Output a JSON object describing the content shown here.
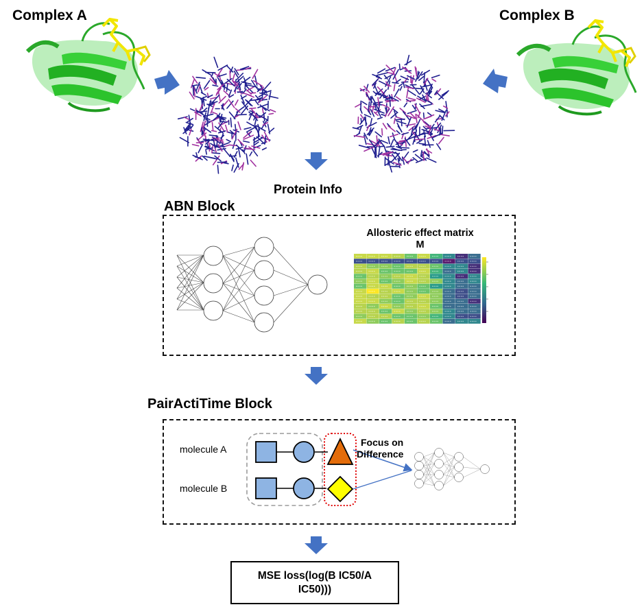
{
  "complexes": {
    "a_label": "Complex A",
    "b_label": "Complex B"
  },
  "protein_info_label": "Protein Info",
  "abn_block": {
    "title": "ABN Block",
    "matrix_title_line1": "Allosteric effect matrix",
    "matrix_title_line2": "M"
  },
  "pairactitime_block": {
    "title": "PairActiTime Block",
    "molecule_a": "molecule A",
    "molecule_b": "molecule B",
    "focus_line1": "Focus on",
    "focus_line2": "Difference"
  },
  "loss": {
    "line1": "MSE loss(log(B IC50/A",
    "line2": "IC50)))"
  },
  "colors": {
    "arrow_blue": "#4472c4",
    "protein_green": "#33cc33",
    "ligand_yellow": "#f2e600",
    "stick_navy": "#1f1f8f",
    "stick_magenta": "#a0309f",
    "shape_blue": "#8eb4e3",
    "triangle_orange": "#e36c0a",
    "diamond_yellow": "#ffff00",
    "highlight_red": "#e00000"
  }
}
